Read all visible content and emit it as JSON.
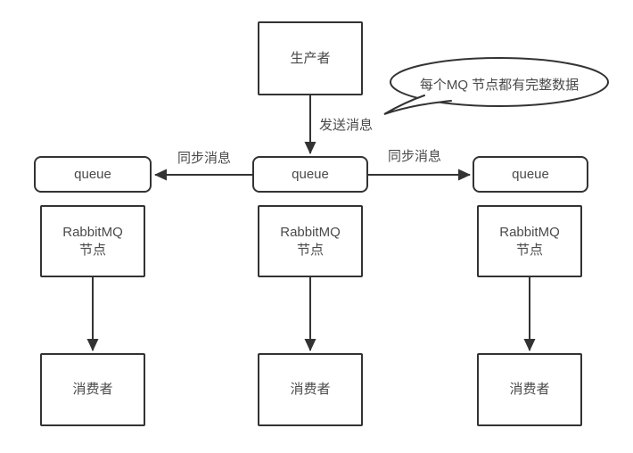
{
  "diagram": {
    "title_hint": "RabbitMQ mirrored queue cluster diagram",
    "producer": {
      "label": "生产者"
    },
    "edges": {
      "send_label": "发送消息",
      "sync_left_label": "同步消息",
      "sync_right_label": "同步消息"
    },
    "bubble": {
      "text": "每个MQ 节点都有完整数据"
    },
    "queues": [
      {
        "label": "queue"
      },
      {
        "label": "queue"
      },
      {
        "label": "queue"
      }
    ],
    "nodes": [
      {
        "line1": "RabbitMQ",
        "line2": "节点"
      },
      {
        "line1": "RabbitMQ",
        "line2": "节点"
      },
      {
        "line1": "RabbitMQ",
        "line2": "节点"
      }
    ],
    "consumers": [
      {
        "label": "消费者"
      },
      {
        "label": "消费者"
      },
      {
        "label": "消费者"
      }
    ],
    "colors": {
      "line": "#333333",
      "text": "#4a4a4a",
      "background": "#ffffff"
    }
  }
}
